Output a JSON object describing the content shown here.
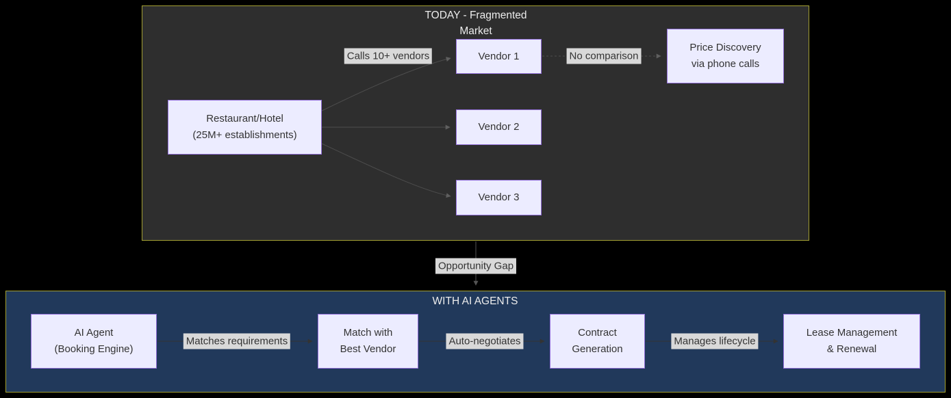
{
  "colors": {
    "frame_border": "#a3a032",
    "today_bg": "#2e2e2e",
    "agents_bg": "#21395b",
    "node_fill": "#ececff",
    "node_border": "#9370db",
    "label_bg": "#d9d9d9",
    "node_text": "#333333",
    "title_text": "#ececec"
  },
  "today": {
    "title": "TODAY - Fragmented Market",
    "nodes": {
      "customer": "Restaurant/Hotel\n(25M+ establishments)",
      "vendor1": "Vendor 1",
      "vendor2": "Vendor 2",
      "vendor3": "Vendor 3",
      "price_discovery": "Price Discovery\nvia phone calls"
    },
    "edge_labels": {
      "calls": "Calls 10+ vendors",
      "no_comparison": "No comparison"
    }
  },
  "gap": {
    "label": "Opportunity Gap"
  },
  "agents": {
    "title": "WITH AI AGENTS",
    "nodes": {
      "ai_agent": "AI Agent\n(Booking Engine)",
      "match": "Match with\nBest Vendor",
      "contract": "Contract\nGeneration",
      "lease": "Lease Management\n& Renewal"
    },
    "edge_labels": {
      "matches": "Matches requirements",
      "auto": "Auto-negotiates",
      "manages": "Manages lifecycle"
    }
  }
}
